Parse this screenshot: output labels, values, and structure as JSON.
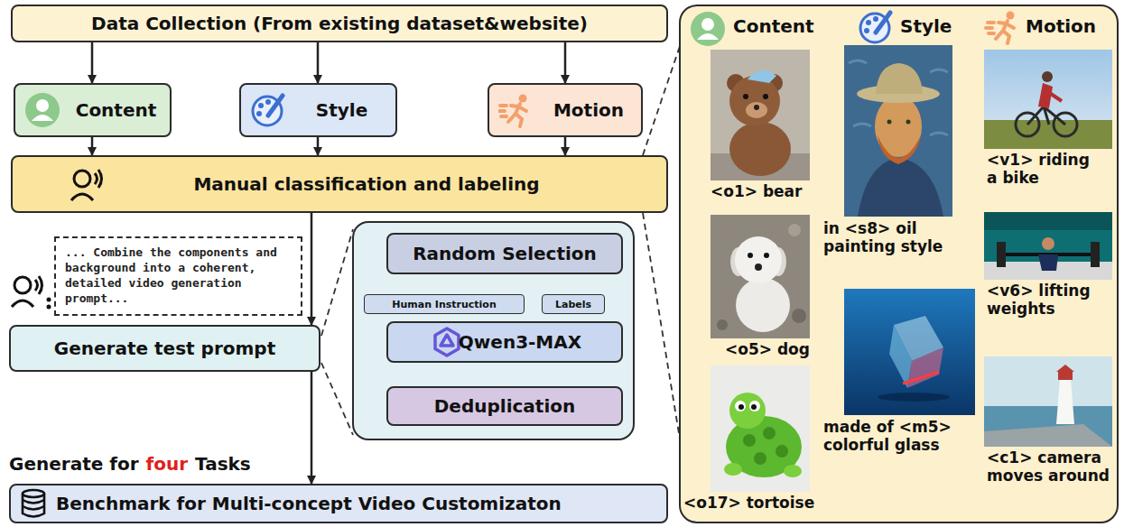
{
  "diagram": {
    "nodes": [
      {
        "text": [
          "Data Collection (From existing dataset&website)"
        ]
      },
      {
        "text": [
          "Content"
        ]
      },
      {
        "text": [
          "Style"
        ]
      },
      {
        "text": [
          "Motion"
        ]
      },
      {
        "text": [
          "Manual classification and labeling"
        ]
      },
      {
        "text": [
          "... Combine the components and background into a coherent, detailed video generation prompt..."
        ]
      },
      {
        "text": [
          "Generate test prompt"
        ]
      },
      {
        "text": []
      },
      {
        "text": [
          "Random Selection"
        ],
        "in": 7
      },
      {
        "text": [
          "Human Instruction"
        ],
        "in": 7
      },
      {
        "text": [
          "Labels"
        ],
        "in": 7
      },
      {
        "text": [
          "Qwen3-MAX"
        ],
        "in": 7
      },
      {
        "text": [
          "Deduplication"
        ],
        "in": 7
      },
      {
        "text": [
          "Benchmark for Multi-concept Video Customizaton"
        ]
      },
      {
        "text": [
          "Content",
          "Style",
          "Motion",
          "<o1> bear",
          "<o5> dog",
          "<o17> tortoise",
          "in <s8> oil painting style",
          "made of <m5> colorful glass",
          "<v1> riding a bike",
          "<v6> lifting weights",
          "<c1> camera moves around"
        ]
      }
    ],
    "edges": [
      {
        "from": 0,
        "to": 1,
        "arrow": "to"
      },
      {
        "from": 0,
        "to": 2,
        "arrow": "to"
      },
      {
        "from": 0,
        "to": 3,
        "arrow": "to"
      },
      {
        "from": 1,
        "to": 4,
        "arrow": "to"
      },
      {
        "from": 2,
        "to": 4,
        "arrow": "to"
      },
      {
        "from": 3,
        "to": 4,
        "arrow": "to"
      },
      {
        "from": 4,
        "to": 6,
        "arrow": "to"
      },
      {
        "from": 6,
        "to": 13,
        "arrow": "to"
      },
      {
        "from": 8,
        "to": 9,
        "arrow": "to"
      },
      {
        "from": 8,
        "to": 10,
        "arrow": "to"
      },
      {
        "from": 9,
        "to": 11,
        "arrow": "to"
      },
      {
        "from": 10,
        "to": 11,
        "arrow": "to"
      },
      {
        "from": 11,
        "to": 12,
        "arrow": "to"
      }
    ],
    "labels": [
      "Generate for",
      "four",
      "Tasks"
    ]
  }
}
